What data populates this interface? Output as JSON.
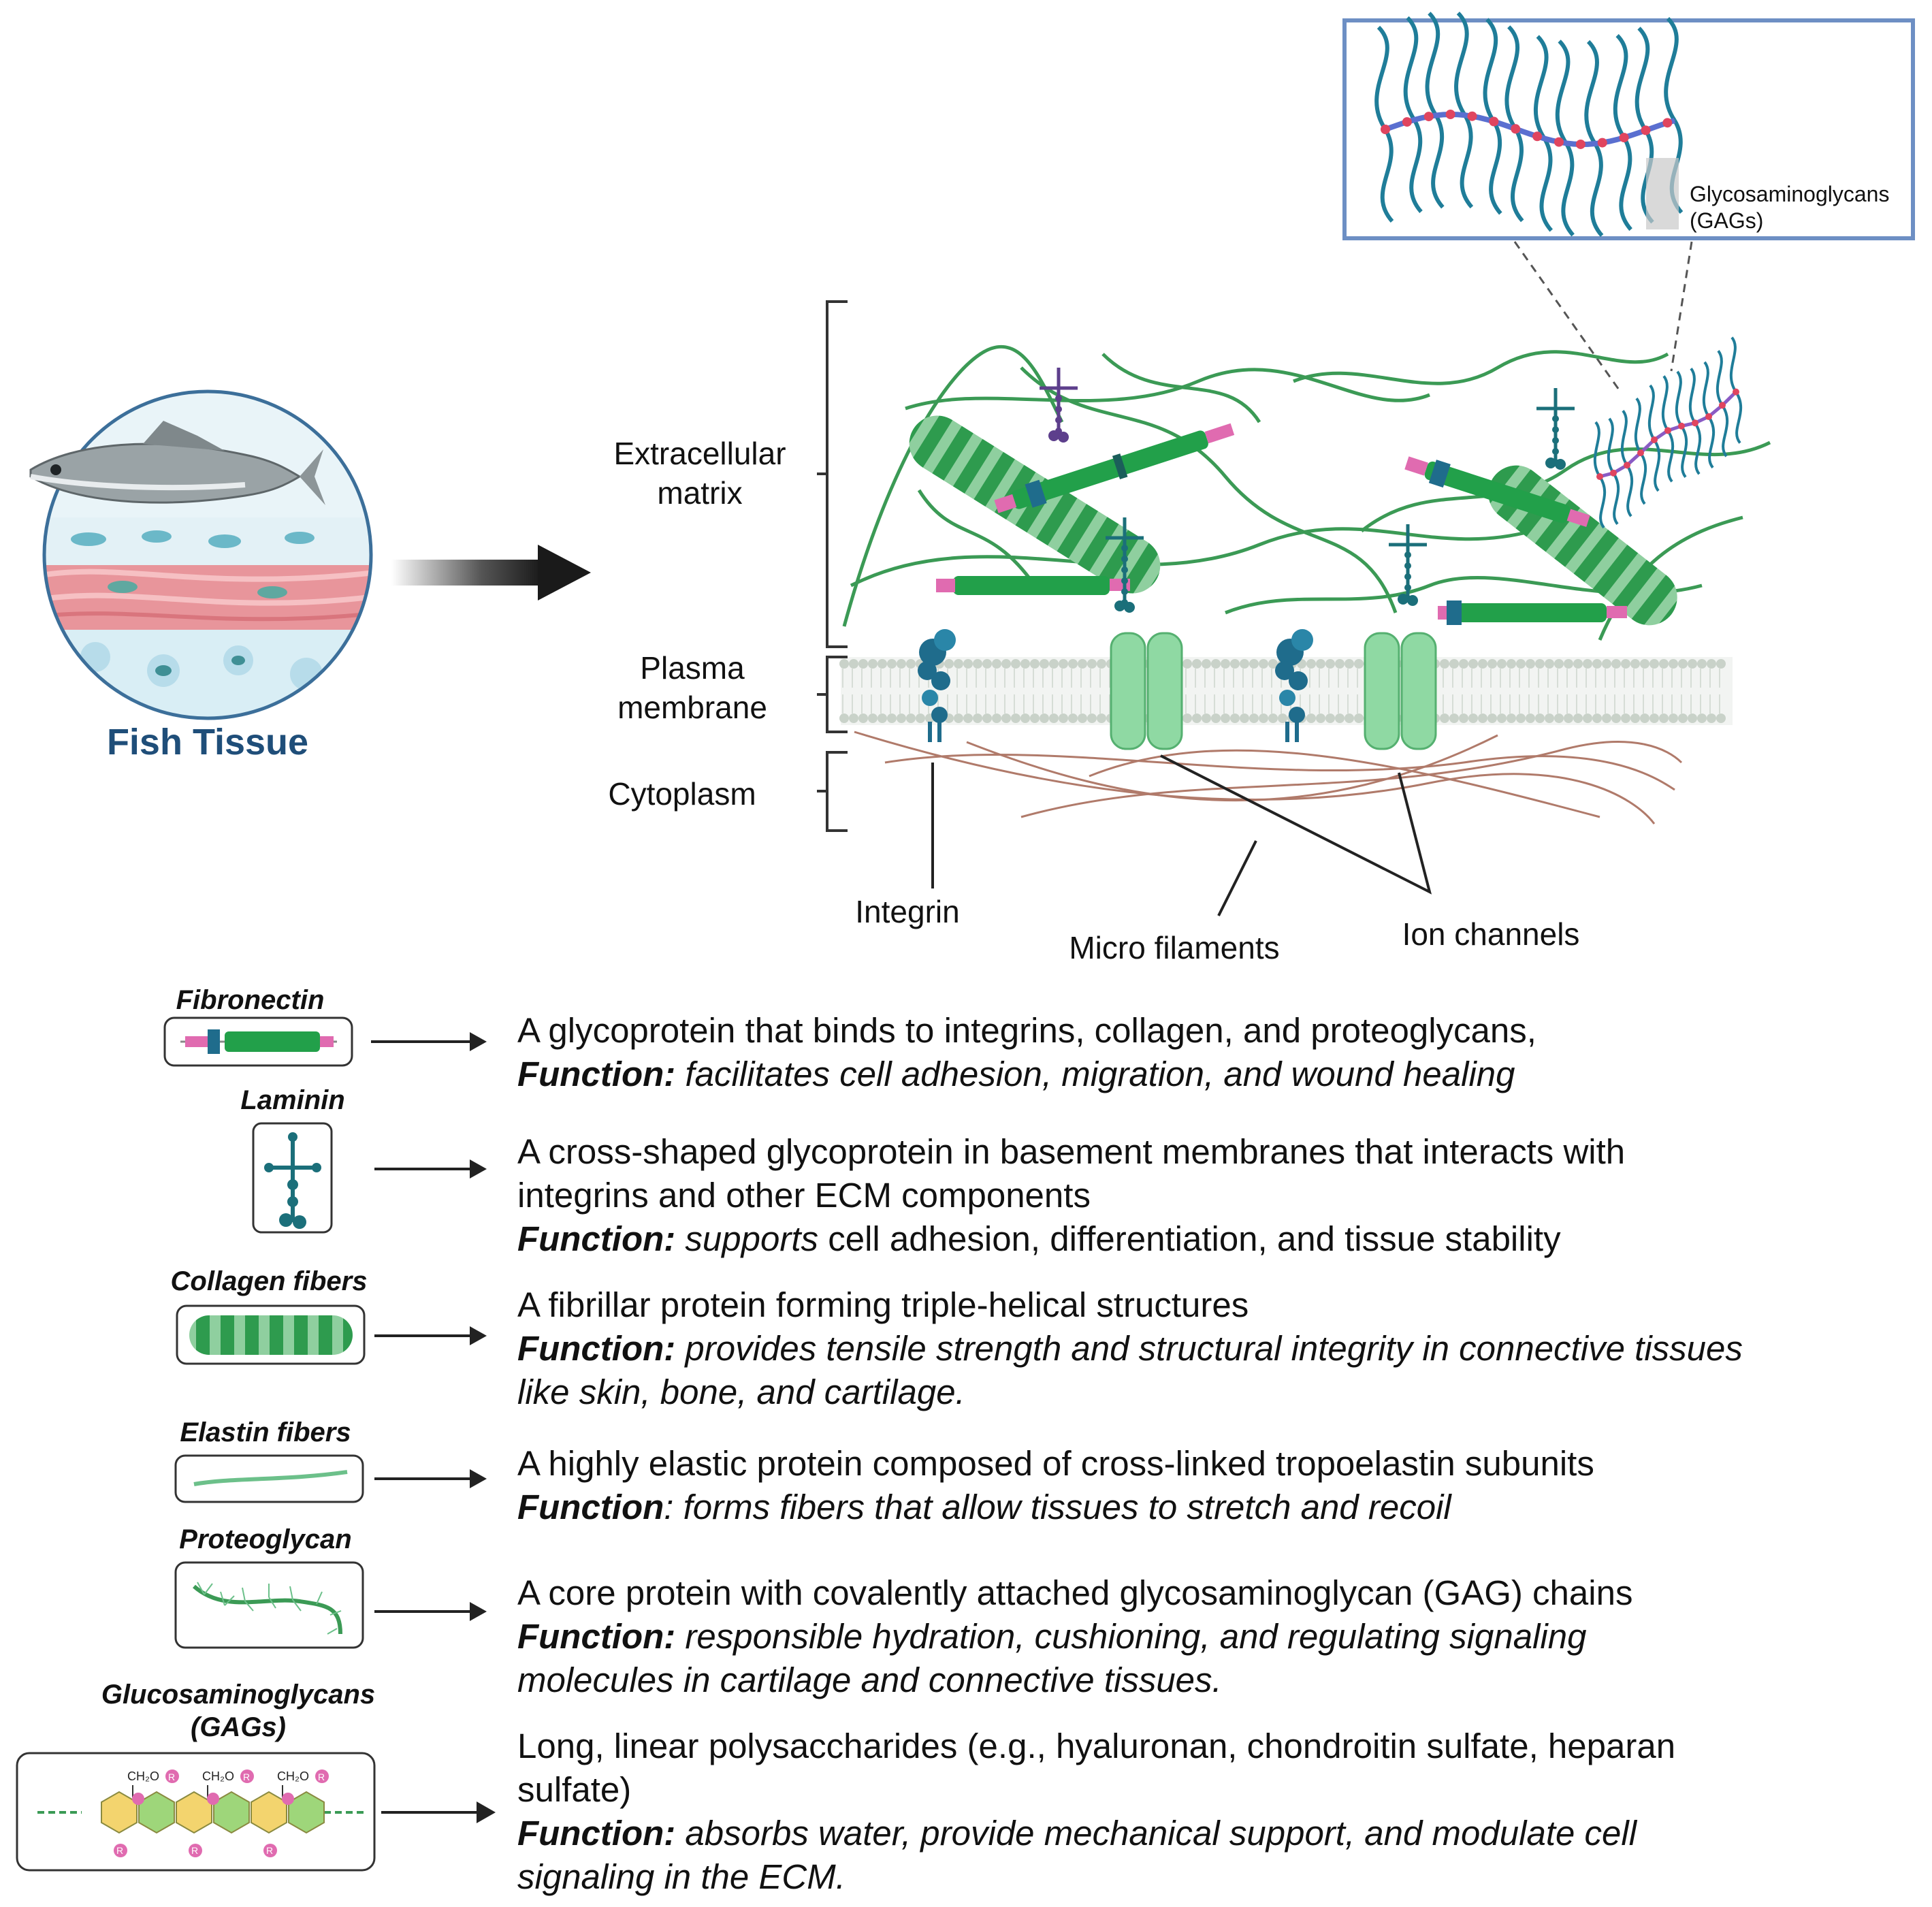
{
  "fish_panel": {
    "title": "Fish Tissue"
  },
  "inset": {
    "label_line1": "Glycosaminoglycans",
    "label_line2": "(GAGs)"
  },
  "layers": [
    {
      "line1": "Extracellular",
      "line2": "matrix"
    },
    {
      "line1": "Plasma",
      "line2": "membrane"
    },
    {
      "line1": "Cytoplasm",
      "line2": ""
    }
  ],
  "callouts": {
    "integrin": "Integrin",
    "micro_filaments": "Micro filaments",
    "ion_channels": "Ion channels"
  },
  "legend": [
    {
      "title_line1": "Fibronectin",
      "title_line2": "",
      "desc_line1": "A glycoprotein that binds to integrins, collagen, and proteoglycans,",
      "desc_line2": "",
      "function_label": "Function:",
      "function_text": " facilitates cell adhesion, migration, and wound healing",
      "function_text_2": "",
      "function_text_3": ""
    },
    {
      "title_line1": "Laminin",
      "title_line2": "",
      "desc_line1": "A cross-shaped glycoprotein in basement membranes that interacts with",
      "desc_line2": "integrins and other ECM components",
      "function_label": "Function:",
      "function_text": " supports",
      "function_text_2": " cell adhesion, differentiation, and tissue stability",
      "function_text_3": ""
    },
    {
      "title_line1": "Collagen fibers",
      "title_line2": "",
      "desc_line1": "A fibrillar protein forming triple-helical structures",
      "desc_line2": "",
      "function_label": "Function:",
      "function_text": " provides tensile strength and structural integrity in connective tissues",
      "function_text_2": "",
      "function_text_3": "like skin, bone, and cartilage."
    },
    {
      "title_line1": "Elastin fibers",
      "title_line2": "",
      "desc_line1": "A highly elastic protein composed of cross-linked tropoelastin subunits",
      "desc_line2": "",
      "function_label": "Function",
      "function_text": ": forms  fibers that allow tissues to stretch and recoil",
      "function_text_2": "",
      "function_text_3": ""
    },
    {
      "title_line1": "Proteoglycan",
      "title_line2": "",
      "desc_line1": "A core protein with covalently attached glycosaminoglycan (GAG) chains",
      "desc_line2": "",
      "function_label": "Function:",
      "function_text": "  responsible hydration, cushioning, and regulating signaling",
      "function_text_2": "",
      "function_text_3": "molecules in cartilage and connective tissues."
    },
    {
      "title_line1": "Glucosaminoglycans",
      "title_line2": "(GAGs)",
      "desc_line1": "Long, linear polysaccharides (e.g., hyaluronan, chondroitin sulfate, heparan",
      "desc_line2": "sulfate)",
      "function_label": "Function:",
      "function_text": " absorbs water, provide mechanical support, and modulate cell",
      "function_text_2": "",
      "function_text_3": "signaling in the ECM."
    }
  ],
  "gag_labels": {
    "group": "CH₂O",
    "r": "R"
  },
  "colors": {
    "collagen": "#2e9b4e",
    "collagen_light": "#6cc08a",
    "fiber": "#3b9a55",
    "laminin": "#1b6f7a",
    "pink": "#e06bb0",
    "integrin": "#1f6c8c",
    "ion_channel": "#8fd9a3",
    "membrane": "#c9d2c9",
    "actin": "#b07a6a",
    "inset_border": "#6d8fc4",
    "gag_chain": "#1f7d99",
    "gag_bead": "#e0455f",
    "fish_title": "#1f4e79",
    "muscle": "#e8959b",
    "sugar_yellow": "#f3d46e",
    "sugar_green": "#9ed67a"
  }
}
